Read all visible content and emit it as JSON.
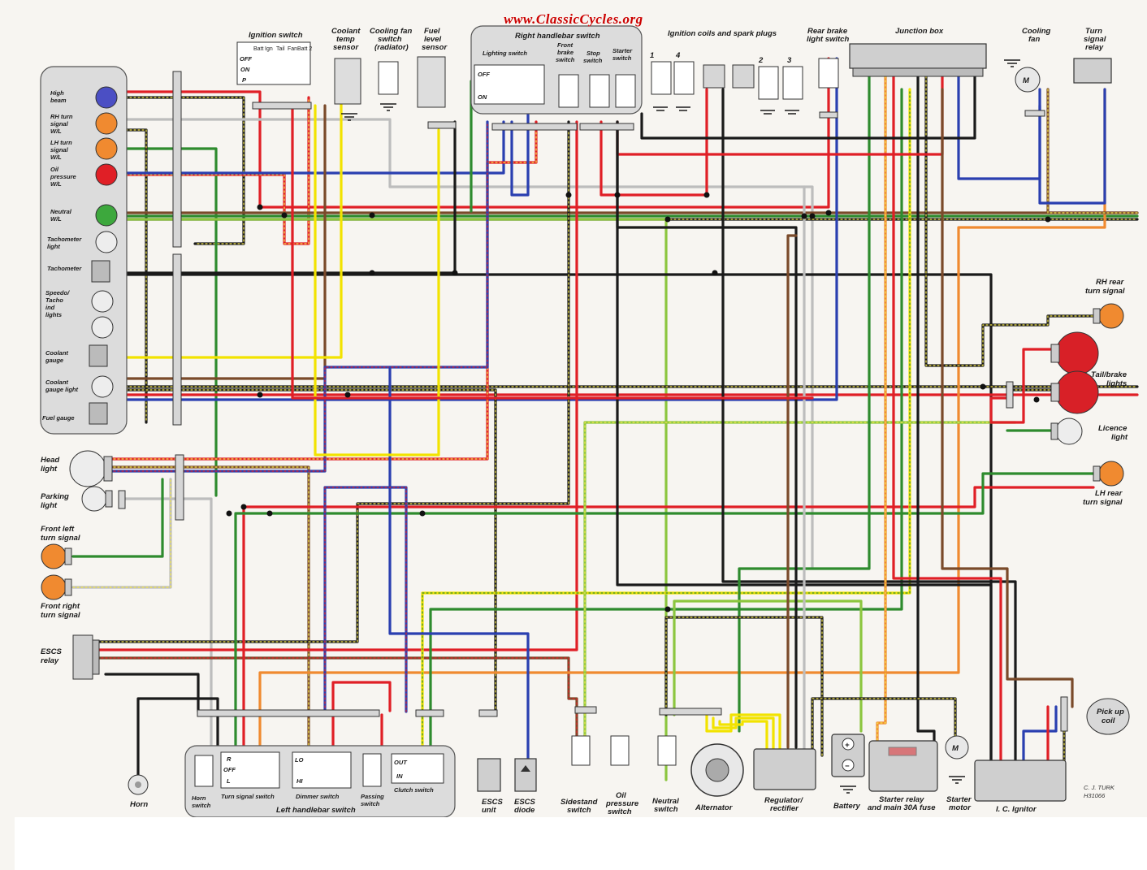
{
  "labels": {
    "high_beam": [
      "High",
      "beam"
    ],
    "rh_turn_signal_wl": [
      "RH turn",
      "signal",
      "W/L"
    ],
    "lh_turn_signal_wl": [
      "LH turn",
      "signal",
      "W/L"
    ],
    "oil_pressure_wl": [
      "Oil",
      "pressure",
      "W/L"
    ],
    "neutral_wl": [
      "Neutral",
      "W/L"
    ],
    "tachometer_light": [
      "Tachometer",
      "light"
    ],
    "tachometer": "Tachometer",
    "speedo_tacho_ind_lights": [
      "Speedo/",
      "Tacho",
      "ind",
      "lights"
    ],
    "coolant_gauge": [
      "Coolant",
      "gauge"
    ],
    "coolant_gauge_light": [
      "Coolant",
      "gauge light"
    ],
    "fuel_gauge": "Fuel gauge",
    "head_light": [
      "Head",
      "light"
    ],
    "parking_light": [
      "Parking",
      "light"
    ],
    "front_left_turn_signal": [
      "Front left",
      "turn signal"
    ],
    "front_right_turn_signal": [
      "Front right",
      "turn signal"
    ],
    "escs_relay": [
      "ESCS",
      "relay"
    ],
    "horn": "Horn",
    "horn_switch": [
      "Horn",
      "switch"
    ],
    "turn_signal_switch": "Turn signal switch",
    "dimmer_switch": "Dimmer switch",
    "passing_switch": [
      "Passing",
      "switch"
    ],
    "clutch_switch": "Clutch switch",
    "left_handlebar_switch": "Left handlebar switch",
    "escs_unit": [
      "ESCS",
      "unit"
    ],
    "escs_diode": [
      "ESCS",
      "diode"
    ],
    "sidestand_switch": [
      "Sidestand",
      "switch"
    ],
    "oil_pressure_switch": [
      "Oil",
      "pressure",
      "switch"
    ],
    "neutral_switch": [
      "Neutral",
      "switch"
    ],
    "alternator": "Alternator",
    "regulator_rectifier": [
      "Regulator/",
      "rectifier"
    ],
    "battery": "Battery",
    "starter_relay_fuse": [
      "Starter relay",
      "and main 30A fuse"
    ],
    "starter_motor": [
      "Starter",
      "motor"
    ],
    "ic_ignitor": "I. C. Ignitor",
    "pick_up_coil": [
      "Pick up",
      "coil"
    ],
    "ignition_switch": "Ignition switch",
    "coolant_temp_sensor": [
      "Coolant",
      "temp",
      "sensor"
    ],
    "cooling_fan_switch": [
      "Cooling fan",
      "switch",
      "(radiator)"
    ],
    "fuel_level_sensor": [
      "Fuel",
      "level",
      "sensor"
    ],
    "right_handlebar_switch": "Right handlebar switch",
    "lighting_switch": "Lighting switch",
    "front_brake_switch": [
      "Front",
      "brake",
      "switch"
    ],
    "stop_switch": [
      "Stop",
      "switch"
    ],
    "starter_switch": [
      "Starter",
      "switch"
    ],
    "ignition_coils_plugs": "Ignition coils and spark plugs",
    "rear_brake_light_switch": [
      "Rear brake",
      "light switch"
    ],
    "junction_box": "Junction box",
    "cooling_fan": [
      "Cooling",
      "fan"
    ],
    "turn_signal_relay": [
      "Turn",
      "signal",
      "relay"
    ],
    "rh_rear_turn_signal": [
      "RH rear",
      "turn signal"
    ],
    "tail_brake_lights": [
      "Tail/brake",
      "lights"
    ],
    "licence_light": [
      "Licence",
      "light"
    ],
    "lh_rear_turn_signal": [
      "LH rear",
      "turn signal"
    ]
  },
  "switch_positions": {
    "ignition": [
      "OFF",
      "ON",
      "P"
    ],
    "ignition_cols": [
      "Batt",
      "Ign",
      "Tail",
      "Fan",
      "Batt 2"
    ],
    "lighting": [
      "OFF",
      "ON"
    ],
    "turn": [
      "R",
      "OFF",
      "L"
    ],
    "dimmer": [
      "LO",
      "HI"
    ],
    "clutch": [
      "OUT",
      "IN"
    ]
  },
  "plug_numbers": [
    "1",
    "4",
    "2",
    "3"
  ],
  "motor_symbol": "M",
  "battery_symbols": [
    "+",
    "−"
  ],
  "credit": [
    "C. J. TURK",
    "H31066"
  ],
  "footer_url": "www.ClassicCycles.org",
  "colors": {
    "red": "#e01f26",
    "black": "#1a1a1a",
    "blue": "#2a3fb0",
    "green": "#2e8b2e",
    "lightgreen": "#8cc63f",
    "yellow": "#f2e300",
    "brown": "#7a4a2a",
    "orange": "#f08a30",
    "white": "#bdbdbd",
    "tracer_yellow": "#f5e84a",
    "tracer_red": "#e01f26"
  },
  "icons": [
    "bulb-icon",
    "motor-icon",
    "ground-icon",
    "switch-icon",
    "coil-icon",
    "diode-icon",
    "battery-icon",
    "horn-icon",
    "alternator-icon"
  ]
}
